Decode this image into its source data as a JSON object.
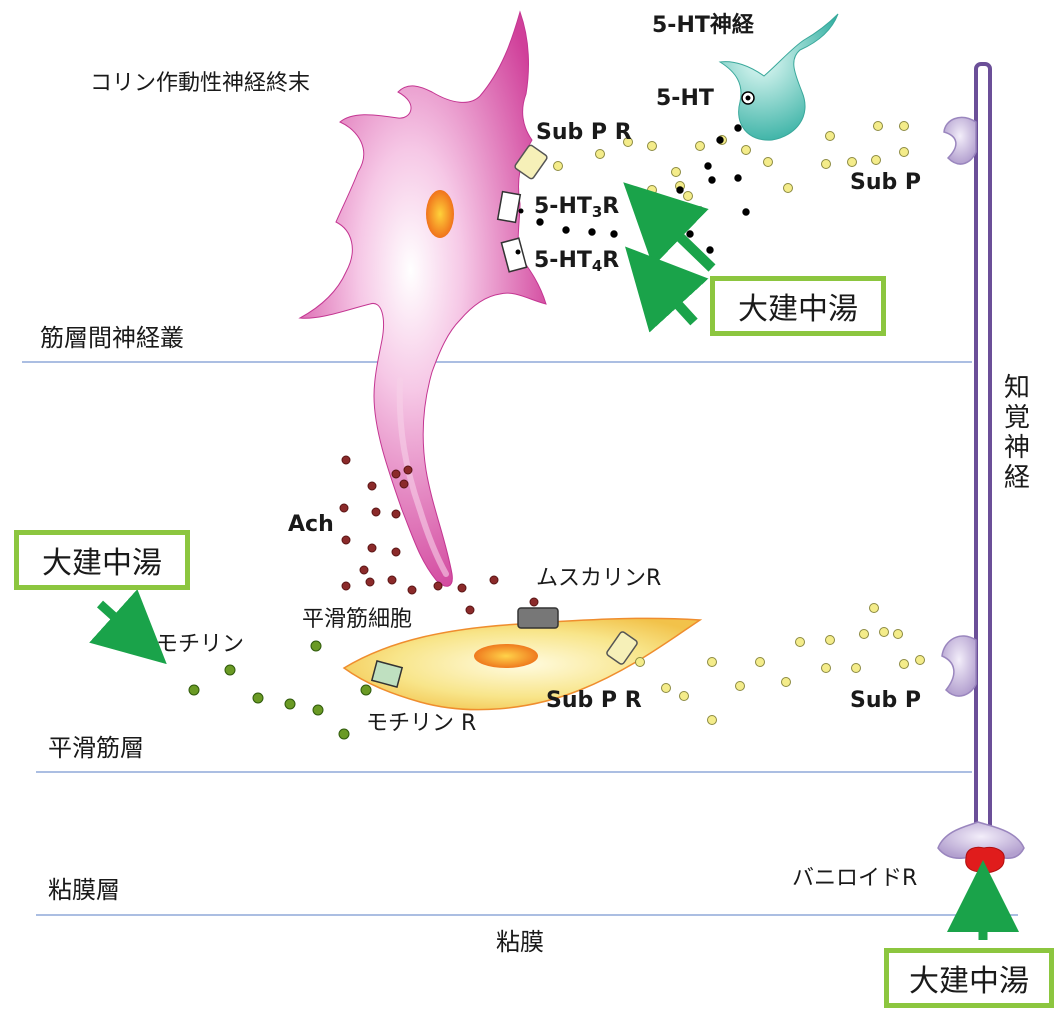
{
  "colors": {
    "cholinergic_neuron": "#d94aa0",
    "ht_nerve": "#3fb7a9",
    "sensory_nerve": "#7b5ea7",
    "smooth_muscle": "#f5d56a",
    "layer_line": "#8fa8d8",
    "arrow": "#1aa34a",
    "box_border": "#8cc63f",
    "sub_p_dot": "#f4ec8a",
    "ach_dot": "#8b2a2a",
    "motilin": "#5a8a1f",
    "vanilloid_receptor": "#e01c1c"
  },
  "layers": {
    "myenteric_plexus": "筋層間神経叢",
    "smooth_muscle_layer": "平滑筋層",
    "mucosal_layer": "粘膜層",
    "mucosa": "粘膜"
  },
  "labels": {
    "cholinergic_terminal": "コリン作動性神経終末",
    "ht_nerve": "5-HT神経",
    "ht": "5-HT",
    "sub_p_r_top": "Sub P R",
    "ht3r_main": "5-HT",
    "ht3r_sub": "3",
    "ht3r_r": "R",
    "ht4r_main": "5-HT",
    "ht4r_sub": "4",
    "ht4r_r": "R",
    "sub_p_top": "Sub P",
    "sensory_nerve": "知覚神経",
    "ach": "Ach",
    "muscarinic_r": "ムスカリンR",
    "smooth_muscle_cell": "平滑筋細胞",
    "motilin": "モチリン",
    "sub_p_r_bottom": "Sub P R",
    "motilin_r": "モチリン R",
    "sub_p_bottom": "Sub P",
    "vanilloid_r": "バニロイドR"
  },
  "drug_boxes": {
    "top": "大建中湯",
    "left": "大建中湯",
    "bottom": "大建中湯"
  }
}
